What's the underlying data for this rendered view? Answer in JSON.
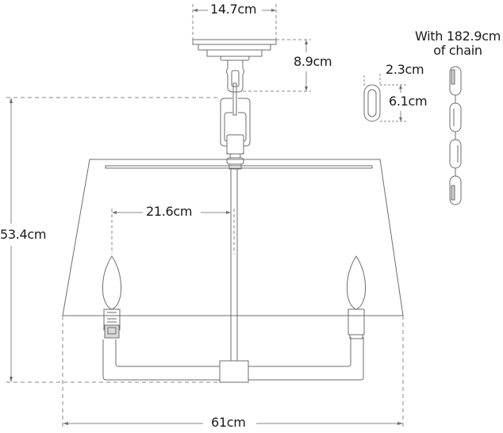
{
  "diagram": {
    "subject": "Semi-flush pendant light with tapered shade, two candle bulbs, and chain",
    "colors": {
      "line": "#6e6e6e",
      "dim_line": "#8a8a8a",
      "text": "#1a1a1a",
      "background": "#ffffff"
    },
    "dimensions": {
      "canopy_width": "14.7cm",
      "canopy_height": "8.9cm",
      "overall_height": "53.4cm",
      "arm_reach": "21.6cm",
      "overall_width": "61cm",
      "link_width": "2.3cm",
      "link_height": "6.1cm"
    },
    "chain_note": {
      "line1": "With 182.9cm",
      "line2": "of chain"
    }
  }
}
